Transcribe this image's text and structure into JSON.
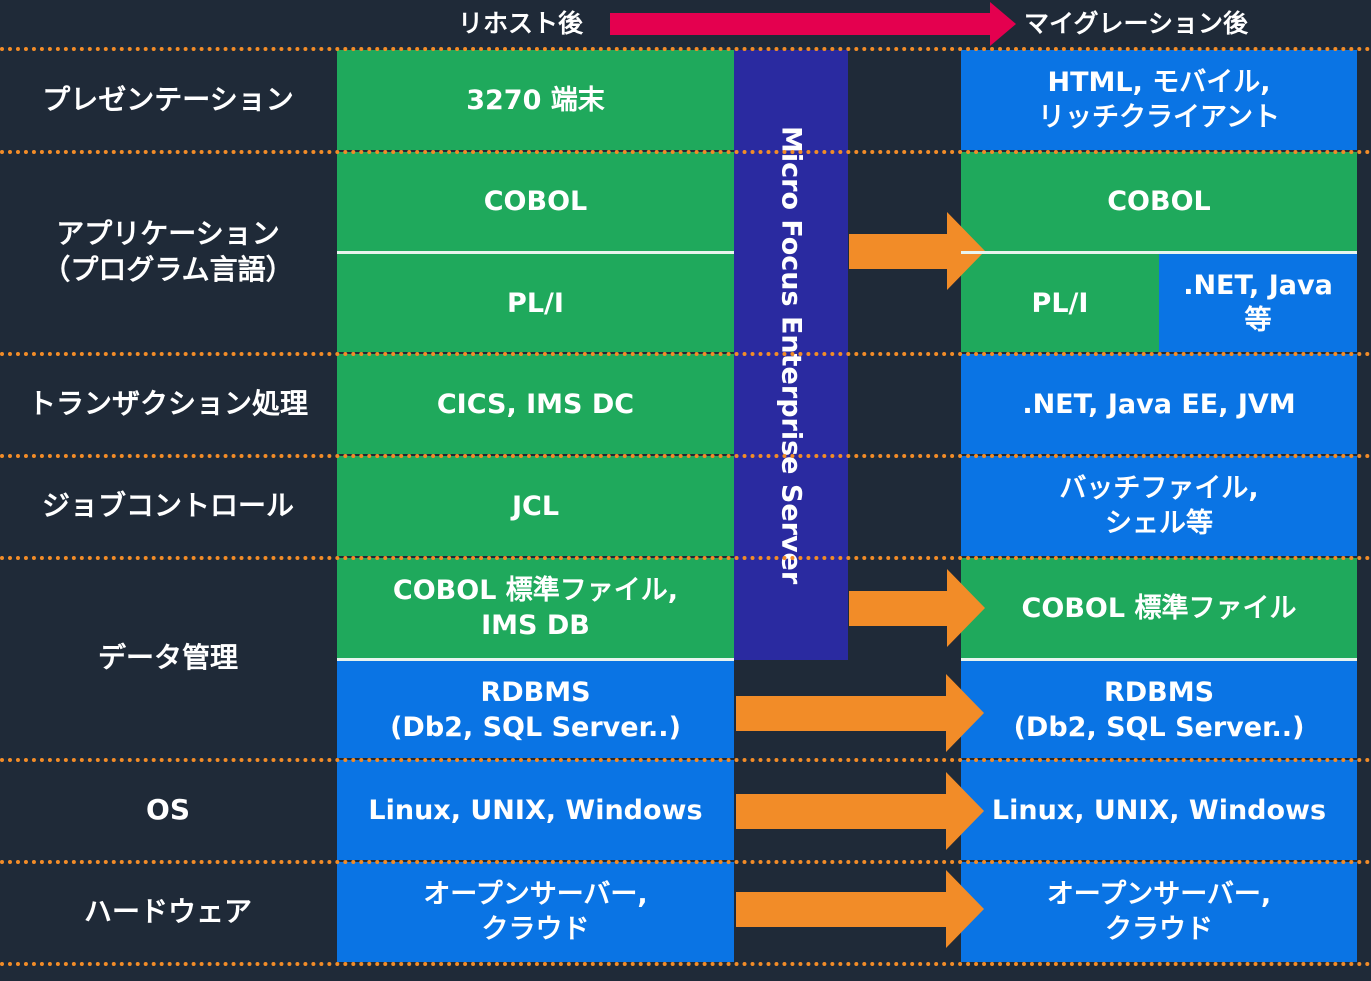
{
  "header": {
    "left_label": "リホスト後",
    "right_label": "マイグレーション後",
    "arrow_color": "#e4004f"
  },
  "colors": {
    "background": "#1f2a38",
    "green": "#1fa95c",
    "blue": "#0a74e4",
    "middleware": "#2a2aa0",
    "arrow": "#f28c28",
    "separator": "#f28c28"
  },
  "rows": [
    {
      "label": "プレゼンテーション"
    },
    {
      "label": "アプリケーション\n（プログラム言語）"
    },
    {
      "label": "トランザクション処理"
    },
    {
      "label": "ジョブコントロール"
    },
    {
      "label": "データ管理"
    },
    {
      "label": "OS"
    },
    {
      "label": "ハードウェア"
    }
  ],
  "rehost": {
    "presentation": "3270 端末",
    "cobol": "COBOL",
    "pli": "PL/I",
    "transaction": "CICS, IMS DC",
    "jcl": "JCL",
    "files": "COBOL 標準ファイル,\nIMS DB",
    "rdbms": "RDBMS\n(Db2, SQL Server..)",
    "os": "Linux, UNIX, Windows",
    "hardware": "オープンサーバー,\nクラウド"
  },
  "middleware": "Micro Focus Enterprise Server",
  "migration": {
    "presentation": "HTML, モバイル,\nリッチクライアント",
    "cobol": "COBOL",
    "pli": "PL/I",
    "dotnet_java": ".NET, Java\n等",
    "transaction": ".NET, Java EE, JVM",
    "jcl": "バッチファイル,\nシェル等",
    "files": "COBOL 標準ファイル",
    "rdbms": "RDBMS\n(Db2, SQL Server..)",
    "os": "Linux, UNIX, Windows",
    "hardware": "オープンサーバー,\nクラウド"
  }
}
